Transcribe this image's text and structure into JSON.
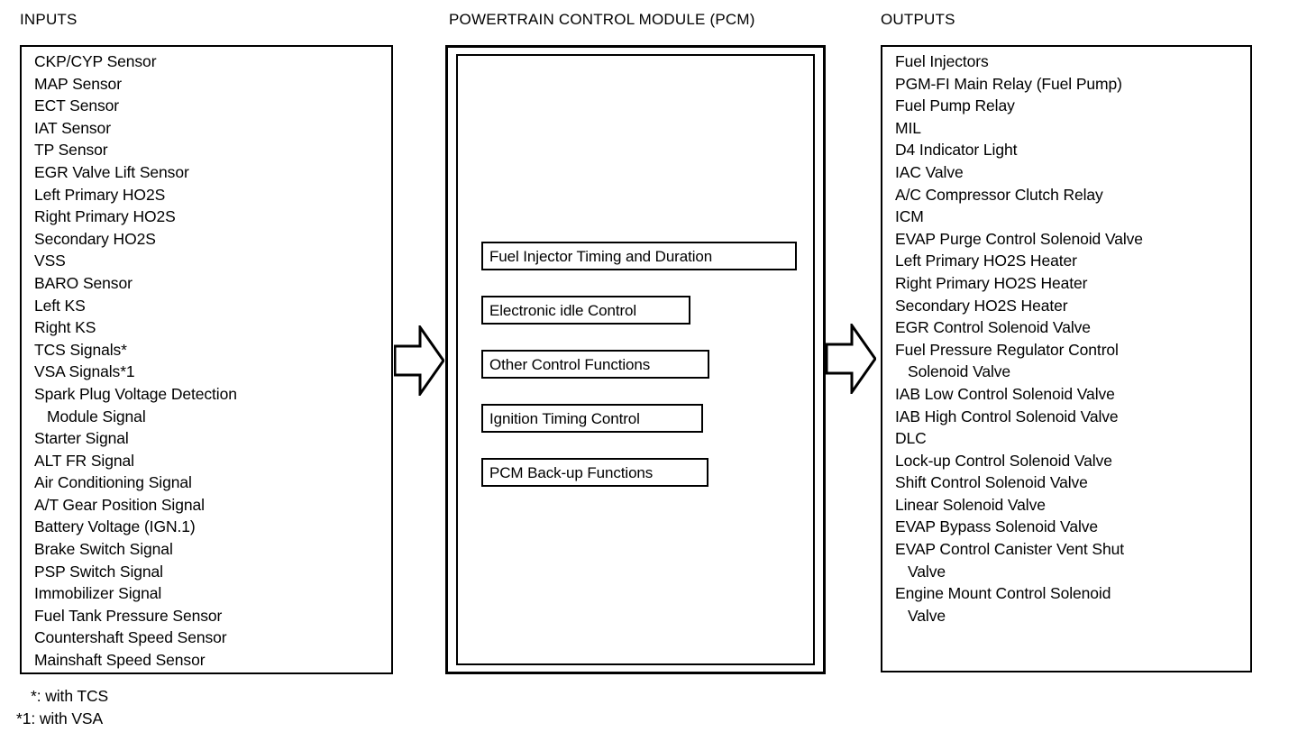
{
  "headers": {
    "inputs": "INPUTS",
    "pcm": "POWERTRAIN CONTROL MODULE (PCM)",
    "outputs": "OUTPUTS"
  },
  "inputs": {
    "items": [
      {
        "text": "CKP/CYP Sensor",
        "continuation": false
      },
      {
        "text": "MAP Sensor",
        "continuation": false
      },
      {
        "text": "ECT Sensor",
        "continuation": false
      },
      {
        "text": "IAT Sensor",
        "continuation": false
      },
      {
        "text": "TP Sensor",
        "continuation": false
      },
      {
        "text": "EGR Valve Lift Sensor",
        "continuation": false
      },
      {
        "text": "Left Primary HO2S",
        "continuation": false
      },
      {
        "text": "Right Primary HO2S",
        "continuation": false
      },
      {
        "text": "Secondary HO2S",
        "continuation": false
      },
      {
        "text": "VSS",
        "continuation": false
      },
      {
        "text": "BARO Sensor",
        "continuation": false
      },
      {
        "text": "Left KS",
        "continuation": false
      },
      {
        "text": "Right KS",
        "continuation": false
      },
      {
        "text": "TCS Signals*",
        "continuation": false
      },
      {
        "text": "VSA Signals*1",
        "continuation": false
      },
      {
        "text": "Spark Plug Voltage Detection",
        "continuation": false
      },
      {
        "text": "Module Signal",
        "continuation": true
      },
      {
        "text": "Starter Signal",
        "continuation": false
      },
      {
        "text": "ALT FR Signal",
        "continuation": false
      },
      {
        "text": "Air Conditioning Signal",
        "continuation": false
      },
      {
        "text": "A/T Gear Position Signal",
        "continuation": false
      },
      {
        "text": "Battery Voltage (IGN.1)",
        "continuation": false
      },
      {
        "text": "Brake Switch Signal",
        "continuation": false
      },
      {
        "text": "PSP Switch Signal",
        "continuation": false
      },
      {
        "text": "Immobilizer Signal",
        "continuation": false
      },
      {
        "text": "Fuel Tank Pressure Sensor",
        "continuation": false
      },
      {
        "text": "Countershaft Speed Sensor",
        "continuation": false
      },
      {
        "text": "Mainshaft Speed Sensor",
        "continuation": false
      }
    ]
  },
  "pcm": {
    "functions": [
      "Fuel Injector Timing and Duration",
      "Electronic idle Control",
      "Other Control Functions",
      "Ignition Timing Control",
      "PCM Back-up Functions"
    ]
  },
  "outputs": {
    "items": [
      {
        "text": "Fuel Injectors",
        "continuation": false
      },
      {
        "text": "PGM-FI Main Relay (Fuel Pump)",
        "continuation": false
      },
      {
        "text": "Fuel Pump Relay",
        "continuation": false
      },
      {
        "text": "MIL",
        "continuation": false
      },
      {
        "text": "D4 Indicator Light",
        "continuation": false
      },
      {
        "text": "IAC Valve",
        "continuation": false
      },
      {
        "text": "A/C Compressor Clutch Relay",
        "continuation": false
      },
      {
        "text": "ICM",
        "continuation": false
      },
      {
        "text": "EVAP Purge Control Solenoid Valve",
        "continuation": false
      },
      {
        "text": "Left Primary HO2S Heater",
        "continuation": false
      },
      {
        "text": "Right Primary HO2S Heater",
        "continuation": false
      },
      {
        "text": "Secondary HO2S Heater",
        "continuation": false
      },
      {
        "text": "EGR Control Solenoid Valve",
        "continuation": false
      },
      {
        "text": "Fuel Pressure Regulator Control",
        "continuation": false
      },
      {
        "text": "Solenoid Valve",
        "continuation": true
      },
      {
        "text": "IAB Low Control Solenoid Valve",
        "continuation": false
      },
      {
        "text": "IAB High Control Solenoid Valve",
        "continuation": false
      },
      {
        "text": "DLC",
        "continuation": false
      },
      {
        "text": "Lock-up Control Solenoid Valve",
        "continuation": false
      },
      {
        "text": "Shift Control Solenoid Valve",
        "continuation": false
      },
      {
        "text": "Linear Solenoid Valve",
        "continuation": false
      },
      {
        "text": "EVAP Bypass Solenoid Valve",
        "continuation": false
      },
      {
        "text": "EVAP Control Canister Vent Shut",
        "continuation": false
      },
      {
        "text": "Valve",
        "continuation": true
      },
      {
        "text": "Engine Mount Control Solenoid",
        "continuation": false
      },
      {
        "text": "Valve",
        "continuation": true
      }
    ]
  },
  "footnotes": [
    {
      "text": "*: with TCS",
      "indent": true
    },
    {
      "text": "*1: with VSA",
      "indent": false
    }
  ],
  "colors": {
    "ink": "#000000",
    "paper": "#ffffff"
  }
}
